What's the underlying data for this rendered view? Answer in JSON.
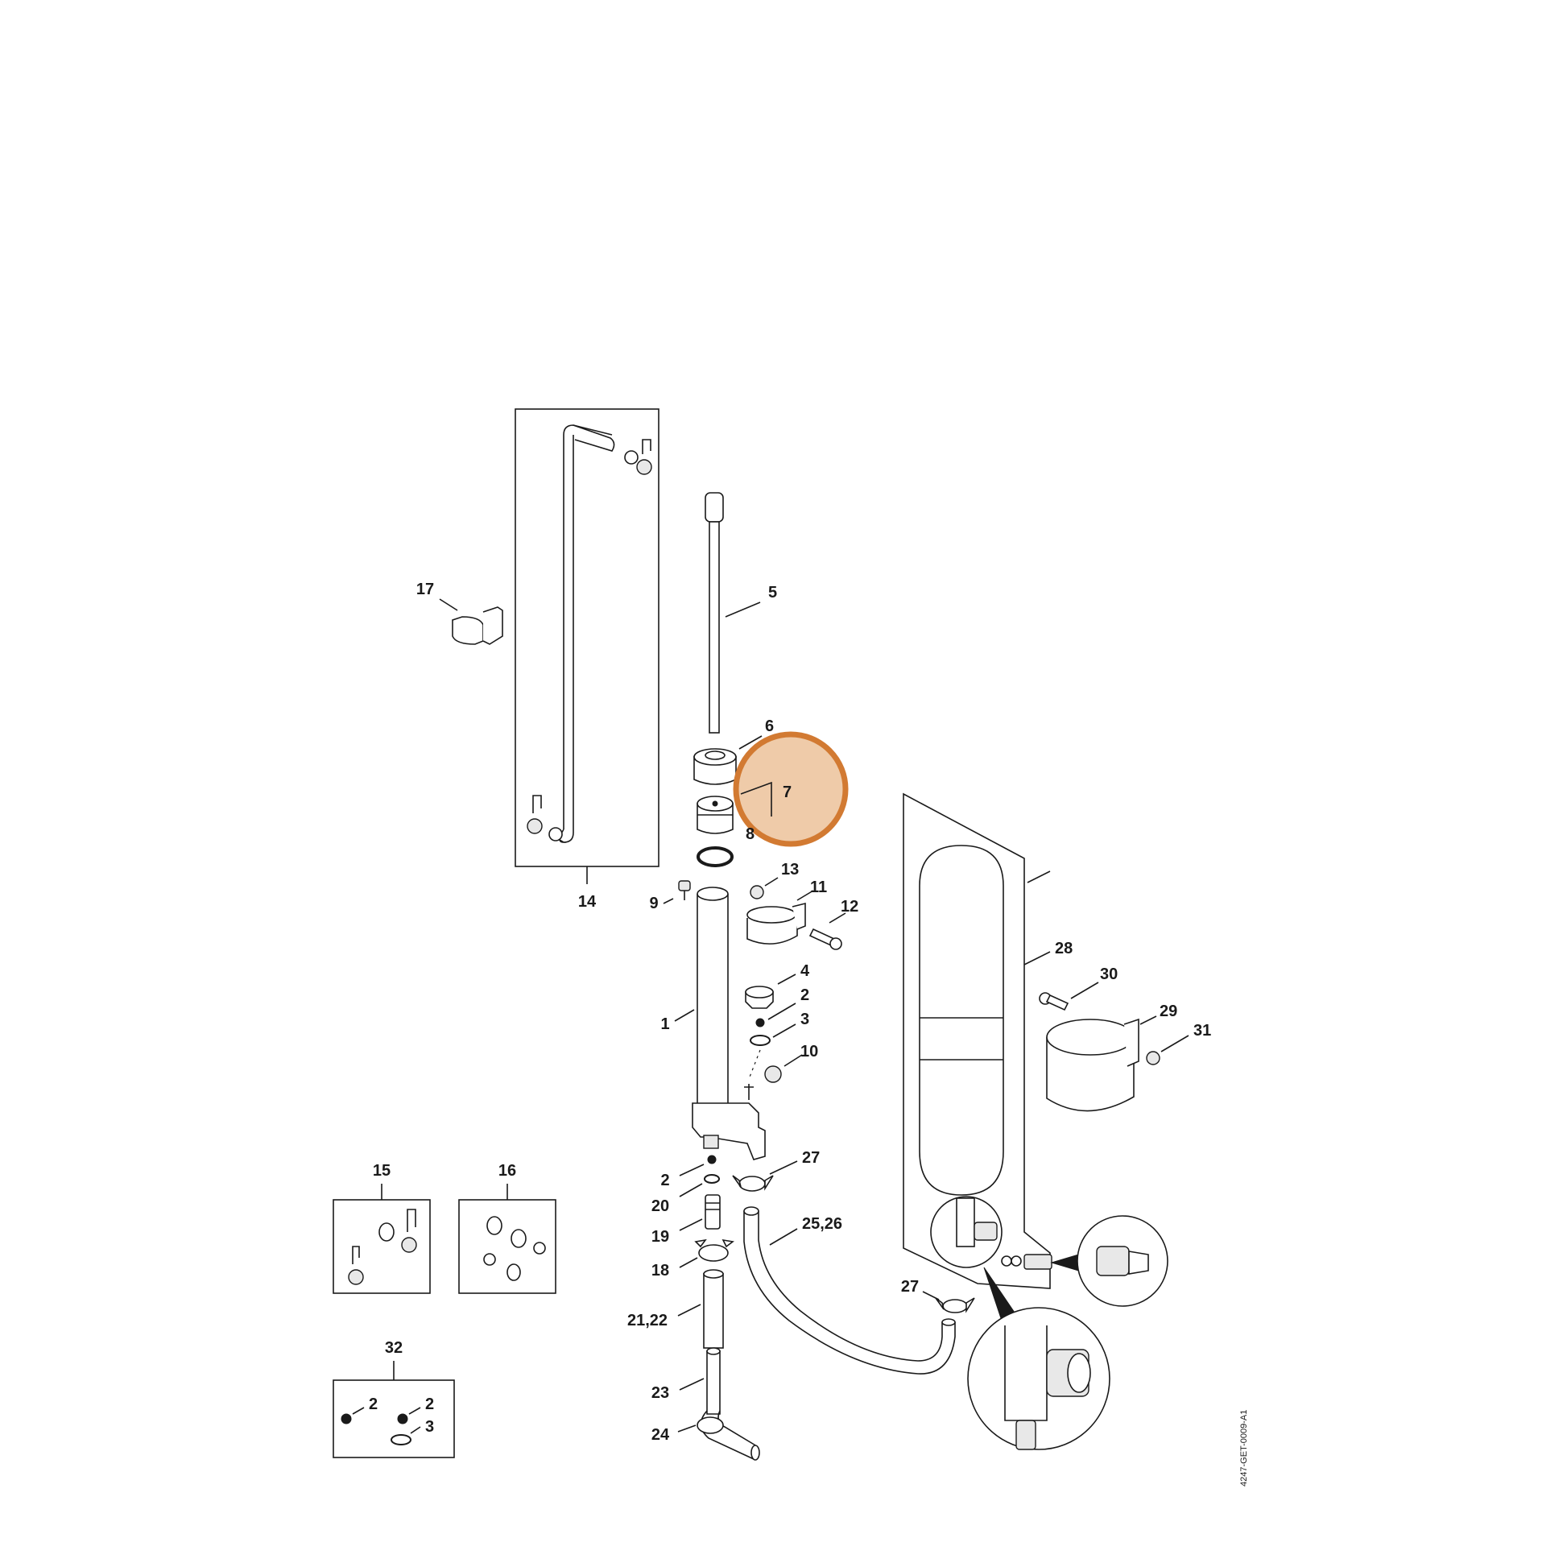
{
  "diagram": {
    "drawing_code": "4247-GET-0009-A1",
    "highlight_color": "#d27a32",
    "highlighted_part": "7",
    "callouts": {
      "c1": "1",
      "c2a": "2",
      "c2b": "2",
      "c2c": "2",
      "c2d": "2",
      "c3a": "3",
      "c3b": "3",
      "c4": "4",
      "c5": "5",
      "c6": "6",
      "c7": "7",
      "c8": "8",
      "c9": "9",
      "c10": "10",
      "c11": "11",
      "c12": "12",
      "c13": "13",
      "c14": "14",
      "c15": "15",
      "c16": "16",
      "c17": "17",
      "c18": "18",
      "c19": "19",
      "c20": "20",
      "c21_22": "21,22",
      "c23": "23",
      "c24": "24",
      "c25_26": "25,26",
      "c27a": "27",
      "c27b": "27",
      "c28": "28",
      "c29": "29",
      "c30": "30",
      "c31": "31",
      "c32": "32"
    }
  }
}
